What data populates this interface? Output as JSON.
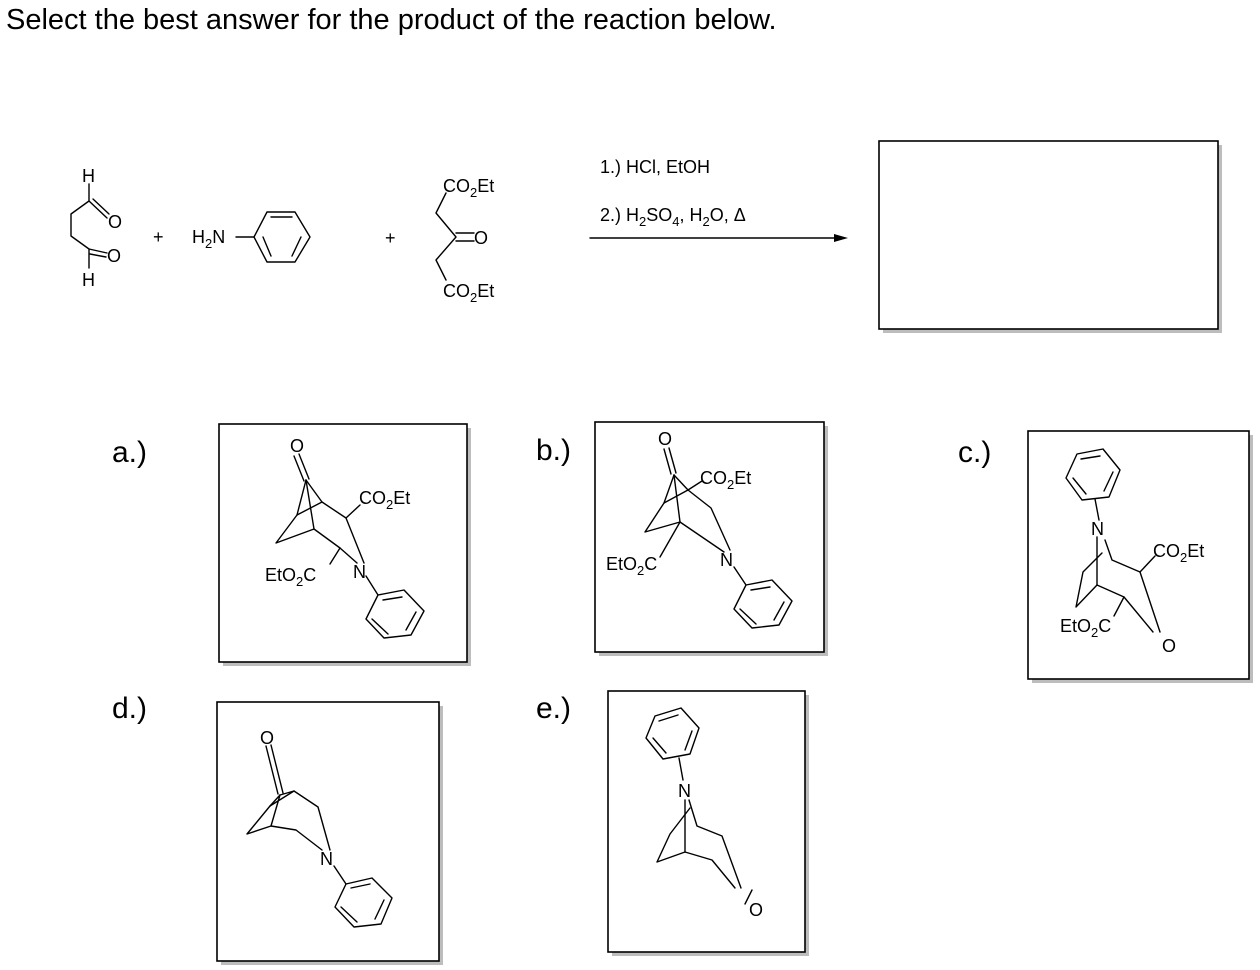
{
  "question": "Select the best answer for the product of the reaction below.",
  "reactants": {
    "dialdehyde": {
      "h_top": "H",
      "h_bottom": "H",
      "o_top": "O",
      "o_bottom": "O"
    },
    "plus_1": "+",
    "amine": {
      "h": "H",
      "h_sub": "2",
      "n": "N"
    },
    "plus_2": "+",
    "ketodiester": {
      "top": {
        "co": "CO",
        "sub": "2",
        "et": "Et"
      },
      "o": "O",
      "bottom": {
        "co": "CO",
        "sub": "2",
        "et": "Et"
      }
    }
  },
  "conditions": {
    "step1": "1.) HCl, EtOH",
    "step2": {
      "pre": "2.) H",
      "sub1": "2",
      "mid1": "SO",
      "sub2": "4",
      "mid2": ", H",
      "sub3": "2",
      "post": "O, Δ"
    }
  },
  "product_box": "",
  "options": {
    "a": {
      "label": "a.)",
      "o": "O",
      "n": "N",
      "ester_right": {
        "co": "CO",
        "sub": "2",
        "et": "Et"
      },
      "ester_left": {
        "eto": "EtO",
        "sub": "2",
        "c": "C"
      }
    },
    "b": {
      "label": "b.)",
      "o": "O",
      "n": "N",
      "ester_right": {
        "co": "CO",
        "sub": "2",
        "et": "Et"
      },
      "ester_left": {
        "eto": "EtO",
        "sub": "2",
        "c": "C"
      }
    },
    "c": {
      "label": "c.)",
      "o": "O",
      "n": "N",
      "ester_right": {
        "co": "CO",
        "sub": "2",
        "et": "Et"
      },
      "ester_left": {
        "eto": "EtO",
        "sub": "2",
        "c": "C"
      }
    },
    "d": {
      "label": "d.)",
      "o": "O",
      "n": "N"
    },
    "e": {
      "label": "e.)",
      "o": "O",
      "n": "N"
    }
  }
}
